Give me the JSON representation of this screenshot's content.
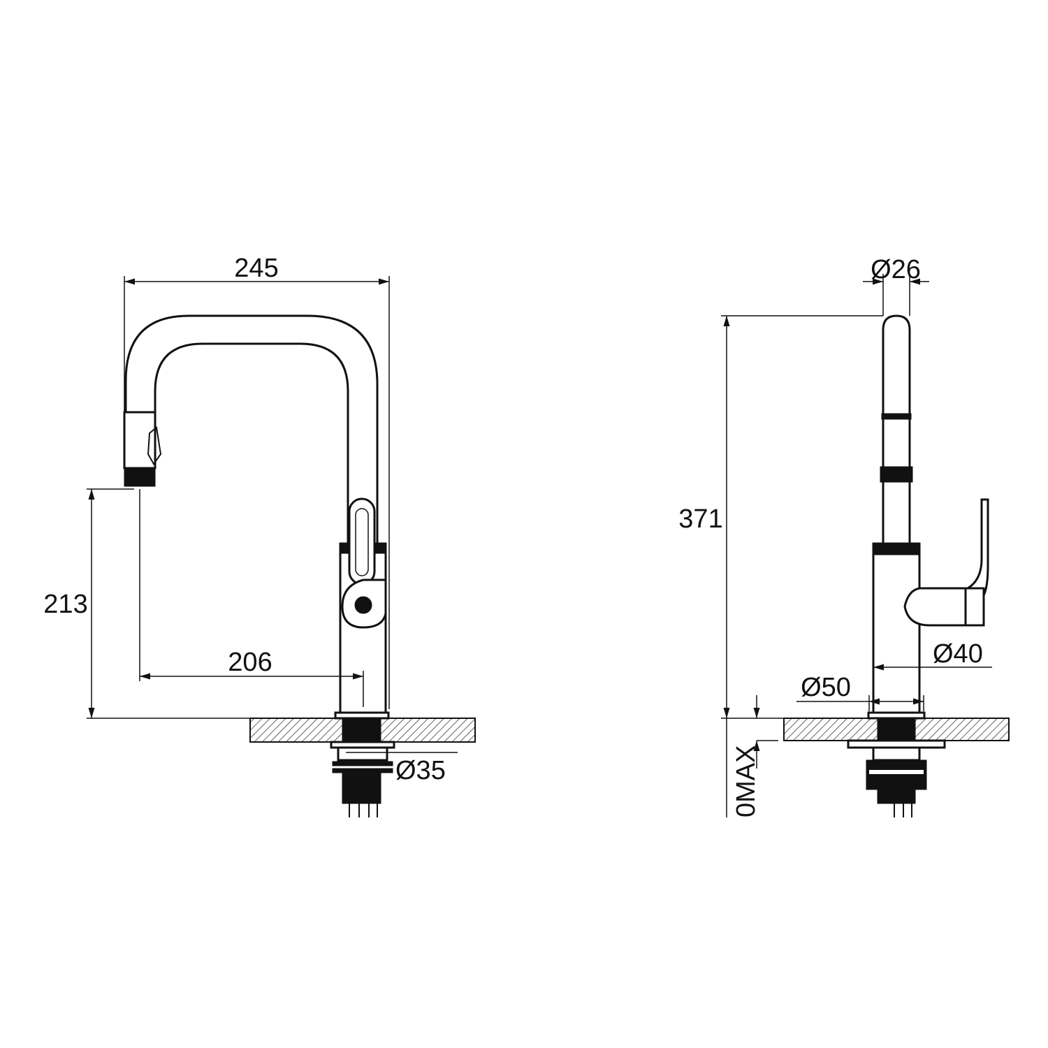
{
  "drawing": {
    "front_view": {
      "dimensions": {
        "overall_width": "245",
        "spout_height": "213",
        "spout_reach": "206",
        "tail_diameter": "Ø35"
      }
    },
    "side_view": {
      "dimensions": {
        "spout_diameter": "Ø26",
        "overall_height": "371",
        "body_diameter": "Ø40",
        "base_diameter": "Ø50",
        "max_counter_thickness": "0MAX"
      }
    },
    "colors": {
      "line": "#111111",
      "background": "#ffffff"
    }
  }
}
